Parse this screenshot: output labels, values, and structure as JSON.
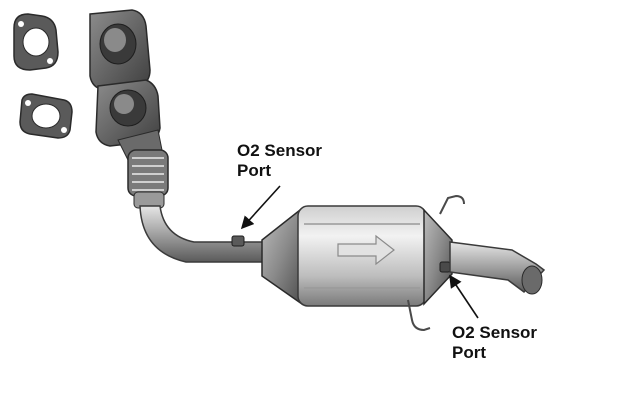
{
  "labels": {
    "upper_sensor": {
      "line1": "O2 Sensor",
      "line2": "Port"
    },
    "lower_sensor": {
      "line1": "O2 Sensor",
      "line2": "Port"
    }
  },
  "colors": {
    "background": "#ffffff",
    "metal_dark": "#4a4a4a",
    "metal_mid": "#9a9a9a",
    "metal_light": "#d8d8d8",
    "label_text": "#111111"
  }
}
